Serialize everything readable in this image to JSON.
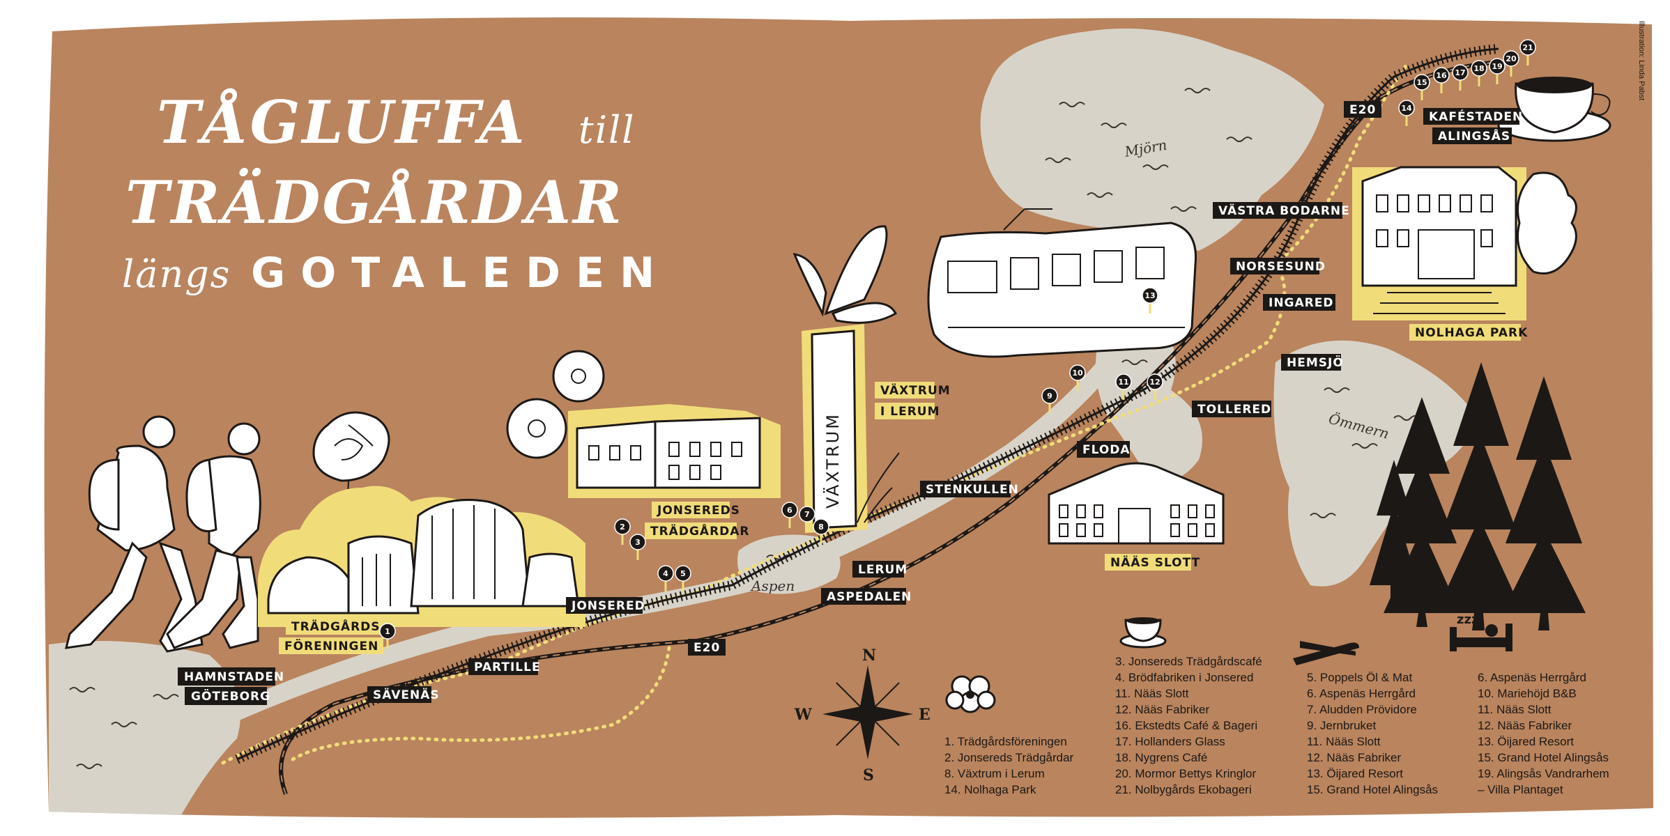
{
  "title": {
    "word1": "TÅGLUFFA",
    "word2": "till",
    "word3": "TRÄDGÅRDAR",
    "word4": "längs",
    "word5": "GOTALEDEN"
  },
  "credit": "Illustration: Linda Pabst",
  "lakes": {
    "mjorn": "Mjörn",
    "ommern": "Ömmern",
    "aspen": "Aspen"
  },
  "places": {
    "hamnstaden": "HAMNSTADEN",
    "goteborg": "GÖTEBORG",
    "savenas": "SÄVENÄS",
    "partille": "PARTILLE",
    "jonsered": "JONSERED",
    "aspedalen": "ASPEDALEN",
    "lerum": "LERUM",
    "stenkullen": "STENKULLEN",
    "floda": "FLODA",
    "tollered": "TOLLERED",
    "hemsjo": "HEMSJÖ",
    "ingared": "INGARED",
    "norsesund": "NORSESUND",
    "vastra_bodarne": "VÄSTRA BODARNE",
    "e20_a": "E20",
    "e20_b": "E20"
  },
  "attractions": {
    "tradgards_1": "TRÄDGÅRDS-",
    "tradgards_2": "FÖRENINGEN",
    "jonsereds_1": "JONSEREDS",
    "jonsereds_2": "TRÄDGÅRDAR",
    "vaxtrum_1": "VÄXTRUM",
    "vaxtrum_2": "I LERUM",
    "tower": "VÄXTRUM",
    "naas": "NÄÄS SLOTT",
    "nolhaga": "NOLHAGA PARK",
    "kafe_1": "KAFÉSTADEN",
    "kafe_2": "ALINGSÅS"
  },
  "markers": [
    "1",
    "2",
    "3",
    "4",
    "5",
    "6",
    "7",
    "8",
    "9",
    "10",
    "11",
    "12",
    "13",
    "14",
    "15",
    "16",
    "17",
    "18",
    "19",
    "20",
    "21"
  ],
  "compass": {
    "n": "N",
    "e": "E",
    "s": "S",
    "w": "W"
  },
  "legend": {
    "gardens": [
      "1. Trädgårdsföreningen",
      "2. Jonsereds Trädgårdar",
      "8. Växtrum i Lerum",
      "14. Nolhaga Park"
    ],
    "cafes": [
      "3. Jonsereds Trädgårdscafé",
      "4. Brödfabriken i Jonsered",
      "11. Nääs Slott",
      "12. Nääs Fabriker",
      "16. Ekstedts Café & Bageri",
      "17. Hollanders Glass",
      "18. Nygrens Café",
      "20. Mormor Bettys Kringlor",
      "21. Nolbygårds Ekobageri"
    ],
    "restaurants": [
      "5. Poppels Öl & Mat",
      "6. Aspenäs Herrgård",
      "7. Aludden Prövidore",
      "9. Jernbruket",
      "11. Nääs Slott",
      "12. Nääs Fabriker",
      "13. Öijared Resort",
      "15. Grand Hotel Alingsås"
    ],
    "hotels": [
      "6. Aspenäs Herrgård",
      "10. Mariehöjd B&B",
      "11. Nääs Slott",
      "12. Nääs Fabriker",
      "13. Öijared Resort",
      "15. Grand Hotel Alingsås",
      "19. Alingsås Vandrarhem",
      "– Villa Plantaget"
    ]
  },
  "colors": {
    "land": "#b9845e",
    "water": "#d8d3c8",
    "ink": "#1c1816",
    "trail": "#f1dc7a",
    "white": "#ffffff"
  }
}
